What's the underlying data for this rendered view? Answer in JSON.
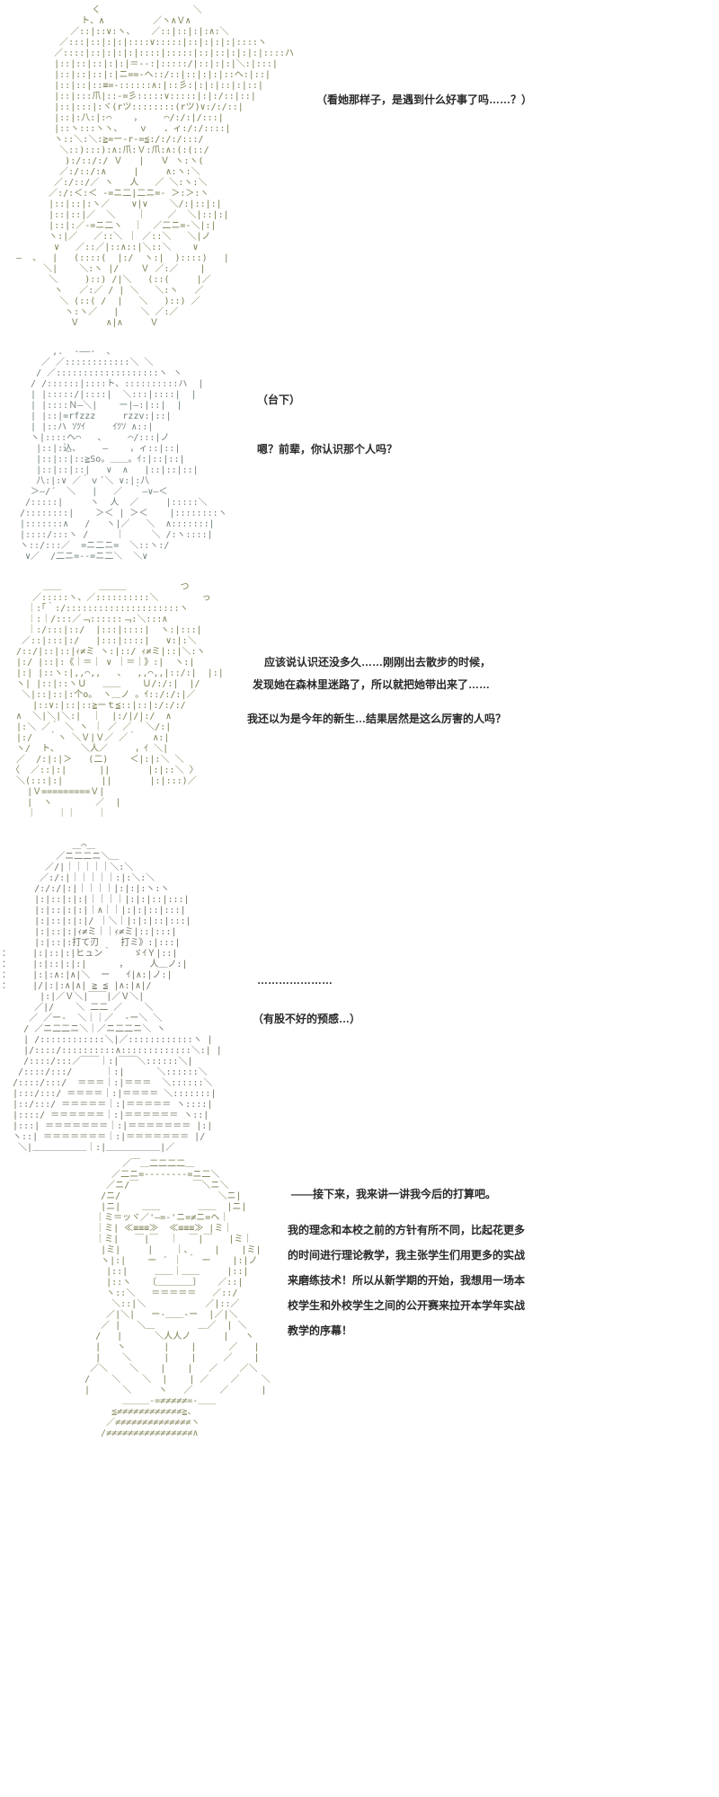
{
  "page": {
    "background": "#ffffff",
    "dialogue_color": "#2a2a2a"
  },
  "panels": [
    {
      "name": "panel-1",
      "art_color": "#7c7c50",
      "dialogues": [
        "（看她那样子，是遇到什么好事了吗……？）"
      ],
      "art": [
        "              く                 ＼",
        "            ト、∧         ／ヽ∧Ｖ∧",
        "          ／::|::∨:ヽ、   ／::|::|:|:∧:＼",
        "        ／:::|::|:|:|::::∨:::::|::|:|:|:|::::ヽ",
        "       ／::::|::|:|:|:|::::|:::::|::|::|:|:|:|::::ハ",
        "       |::|::|::|:|:|＝--:|:::::/|::|:|:|＼:|:::|",
        "       |::|::|::|:|ニ==-ヘ::/::|::|:|:|::ヘ:|::|",
        "       |::|::|::≡=-::::::∧:|::彡:|:|:|::|:|::|",
        "       |::|:::爪|::-=彡:::::∨:::::|:|:/::|::|",
        "       |::|:::|:ヾ(rツ::::::::(rツ)∨:/:/::|",
        "       |::|:八:|:⌒    ，    ⌒/:/:|/:::|",
        "       |::ヽ:::ヽヽ、   ｖ   ．ィ:/:/::::|",
        "       ヽ::＼:＼:≧=ー-r-=≦:/:/:/:::/",
        "        ＼::):::):∧:爪:Ｖ:爪:∧:(:(::/",
        "         ):/::/:/ Ｖ   |   Ｖ ヽ:ヽ(",
        "        ／:/::/:∧     |     ∧:ヽ:＼",
        "       ／:/::/／ ヽ   人   ／ ＼:ヽ:＼",
        "      ／:/:＜:＜ -=ニ二|二ニ=- ＞:＞:ヽ",
        "      |::|::|:ヽ／    ∨|∨    ＼/:|::|:|",
        "      |::|::|／  ＼    ｜    ／  ＼|::|:|",
        "      |::|:／-=ニ二ヽ  ｜  ／二ニ=-＼|:|",
        "      ヽ:|／   ／::＼ ｜ ／::＼   ＼|ノ",
        "       ∨   ／::／|::∧::|＼::＼    ∨",
        "—  、  |   (::::(  |:/  ヽ:|  )::::)   |",
        "     ＼|    ＼:ヽ |/    Ｖ ／:／    |",
        "      ＼     )::) /|＼   (::(     |／",
        "       ヽ   ／:／ / | ＼   ＼:ヽ   ／",
        "        ＼ (::( /  |   ＼   )::) ／",
        "         ヽ:ヽ／   |    ＼ ／:／",
        "          Ｖ     ∧|∧     Ｖ"
      ]
    },
    {
      "name": "panel-2",
      "art_color": "#6e7f74",
      "dialogues": [
        "（台下）",
        "嗯？前辈，你认识那个人吗？"
      ],
      "art": [
        "       ,.  -——-  、",
        "     ／ ／::::::::::::＼ ＼",
        "    / ／:::::::::::::::::::ヽ ヽ",
        "   / /::::::|::::ト、::::::::::ハ  |",
        "   | |:::::/|::::|  ＼:::|::::|  |",
        "   | |::::Ｎ—＼|    ー|—:|::|  |",
        "   | |::|=rfzzz     rzzv:|::|",
        "   | |::ハ ｿﾂｲ     ｲﾂｿ ∧::|",
        "   ヽ|::::ヘ⌒   、    ⌒/:::|ノ",
        "    |::|:込、    —    ，ィ::|::|",
        "    |::|::|::≧So。＿＿。ｲ:|::|::|",
        "    |::|::|::|   ∨  ∧   |::|::|::|",
        "    八:|:∨ ／｀ｖ´＼ ∨:|:八",
        "   ＞—/´  ＼   |   ／  ｀—∨—＜",
        "  /:::::|     ヽ  人  ／     |:::::＼",
        " /::::::::|    ＞＜ | ＞＜    |::::::::ヽ",
        " |:::::::∧   /   ヽ|／   ＼  ∧:::::::|",
        " |::::/:::ヽ /     ｜     ＼ /:ヽ::::|",
        " ヽ::/:::／  =ニ二ニ=  ＼::ヽ:/",
        "  ∨／  /二ニ=--=ニ二＼  ＼∨"
      ]
    },
    {
      "name": "panel-3",
      "art_color": "#7c7c50",
      "dialogues": [
        "应该说认识还没多久……刚刚出去散步的时候，",
        "发现她在森林里迷路了，所以就把她带出来了……",
        "我还以为是今年的新生…结果居然是这么厉害的人吗？"
      ],
      "art": [
        "       ＿＿       ＿＿＿          つ",
        "     ／:::::ヽ、／::::::::::＼        っ",
        "    ｜:｢｀:/:::::::::::::::::::::ヽ",
        "    ｜:｜/:::／﹁::::::﹁:＼:::∧",
        "    ｜:/:::|::/  |:::|::::|  ヽ:|:::|",
        "   ／::|:::|:/   |:::|::::|   ∨:|:＼",
        "  /::/|::|::|ｨ≠ミ ヽ:|::/ ｨ≠ミ|::|＼:ヽ",
        "  |:/ |::|:《｜＝｜ ∨ ｜＝｜》:|  ヽ:|",
        "  |:| |::ヽ:|,,⌒,,   、  ,,⌒,,|::/:|  |:|",
        "  ヽ| |::|::ヽＵ   ＿＿    Ｕ/:/:|  |/",
        "   ＼|::|::|:个o。 ヽ＿ノ 。ｲ::/:/:|／",
        "     |::∨:|::|::≧ーｔ≦::|::|:/:/:/",
        "  ∧  ＼|＼|＼:|  ｜  |:/|/|:/  ∧",
        "  |:＼ ／｀ ＼ ヽ ｜ ／ ／ ｀＼/:|",
        "  |:/   ｀ヽ ＼Ｖ|Ｖ／ ／｀   ∧:|",
        "  ヽ/  ト、    ＼人／     ，ｲ ＼|",
        "  ／  /:|:|＞   (二)    ＜|:|:＼ ＼",
        " 〈  ／::|:|      ||       |:|::＼ 〉",
        "  ＼(:::|:|       ||       |:|:::)／",
        "    |Ｖ=========Ｖ|",
        "    |  ヽ        ／  |",
        "    ｜    ｜｜    ｜"
      ]
    },
    {
      "name": "panel-4",
      "art_color": "#70725f",
      "dialogues": [
        "…………………",
        "（有股不好的预感…）"
      ],
      "art": [
        "             ＿⌒＿",
        "          ／ニ二二ニ＼＿",
        "        ／/|｜｜｜｜｜＼:＼",
        "       ／:/:|｜｜｜｜｜:|:＼:＼",
        "      /:/:/|:|｜｜｜｜|:|:|:ヽ:ヽ",
        "      |:|::|:|:|｜｜｜｜|:|:|::|:::|",
        "      |:|::|:|:|｜∧｜｜|:|:|::|:::|",
        "      |:|::|:|:|/ ｜＼｜|:|:|::|:::|",
        "      |:|::|:|ｨ≠ミ｜｜ｨ≠ミ|::|:::|",
        "      |:|::|:打て刃    打ミ》:|:::|",
        "：    |:|::|:|ヒュン｀    ゞｲＹ|::|",
        "：    |:|::|:|:|      ，    人＿ノ:|",
        "：    |:|:∧:|∧|＼  ー   ｲ|∧:|ノ:|",
        "：    |/|:|:∧|∧| ≧ ≦ |∧:|∧|/",
        "       |:|／Ｖ＼|￣￣|／Ｖ＼|",
        "      ／|/    ＼ 二二 ／    ＼",
        "     ／ ／ー-  ＼｜｜／  -ー＼ ＼",
        "    / ／ニ二二ニ＼｜／ニ二二ニ＼ ヽ",
        "    | /::::::::::::＼|／::::::::::::ヽ |",
        "    |/::::/::::::::::∧:::::::::::::＼:| |",
        "    /::::/:::／￣￣｜:|￣￣＼::::::＼|",
        "   /::::/:::/      ｜:|      ＼::::::＼",
        "  /::::/:::/  ＝＝＝｜:|＝＝＝  ＼::::::＼",
        "  |:::/:::/ ＝＝＝＝｜:|＝＝＝＝ ＼:::::::|",
        "  |::/:::/ ＝＝＝＝＝｜:|＝＝＝＝＝ ヽ::::|",
        "  |::::/ ＝＝＝＝＝＝｜:|＝＝＝＝＝＝ ヽ::|",
        "  |:::| ＝＝＝＝＝＝＝｜:|＝＝＝＝＝＝＝ |:|",
        "  ヽ::| ＝＝＝＝＝＝＝｜:|＝＝＝＝＝＝＝ |/",
        "   ＼|＿＿＿＿＿＿｜:|＿＿＿＿＿＿|／"
      ]
    },
    {
      "name": "panel-5",
      "art_color": "#7a7a4e",
      "dialogues": [
        "——接下来，我来讲一讲我今后的打算吧。"
      ],
      "paragraph": [
        "我的理念和本校之前的方针有所不同，比起花更多",
        "的时间进行理论教学，我主张学生们用更多的实战",
        "来磨练技术！所以从新学期的开始，我想用一场本",
        "校学生和外校学生之间的公开赛来拉开本学年实战",
        "教学的序幕！"
      ],
      "art": [
        "         ／￣＿二二二二＿",
        "       ／二ニ=--------=ニ二＼",
        "      ／ニ/￣          ￣＼ニ＼",
        "     /ニ/                  ＼ニ|",
        "     |ニ|    ＿＿       ＿＿  |ニ|",
        "    ｜ミ＝ッヾ／'—=-'ニ=≠ニ=ヘ｜",
        "    ｜ミ| ≪≡≡≡≫  ≪≡≡≡≫ |ミ｜",
        "    ｜ミ|   ￣|￣  ｜  ￣|￣   |ミ｜",
        "     |ミ|     |    ｜、    |    |ミ|",
        "     ヽ|:|    ー ´ ｜ ｀ ー    |:|ノ",
        "      |::|     ＿＿｜＿＿     |::|",
        "      |::ヽ   〔＿＿＿＿〕   ／::|",
        "      ヽ::＼   ＝＝＝＝＝   ／::/",
        "       ＼::|＼           ／|::／",
        "      ／|＼|   ー-＿＿-ー  |／|＼",
        "     ／ |   ＼＿        ＿／  | ＼",
        "    /   |      ＼人人ノ      |   ヽ",
        "    |   ヽ       |    |      ／   |",
        "    |    ＼      |    |     ／    |",
        "   ／＼    ＼    |    |   ／    ／＼",
        "  /    ＼    ＼  |    | ／    ／    ＼",
        "  |      ＼     ヽ   ／     ／      |"
      ]
    },
    {
      "name": "panel-6",
      "art_color": "#8a8a60",
      "dialogues": [],
      "art": [
        "       ＿＿＿-=≠≠≠≠≠=-＿＿",
        "     ≦≠≠≠≠≠≠≠≠≠≠≠≠≧、",
        "    ／≠≠≠≠≠≠≠≠≠≠≠≠≠≠ヽ",
        "   /≠≠≠≠≠≠≠≠≠≠≠≠≠≠≠≠∧"
      ]
    }
  ]
}
